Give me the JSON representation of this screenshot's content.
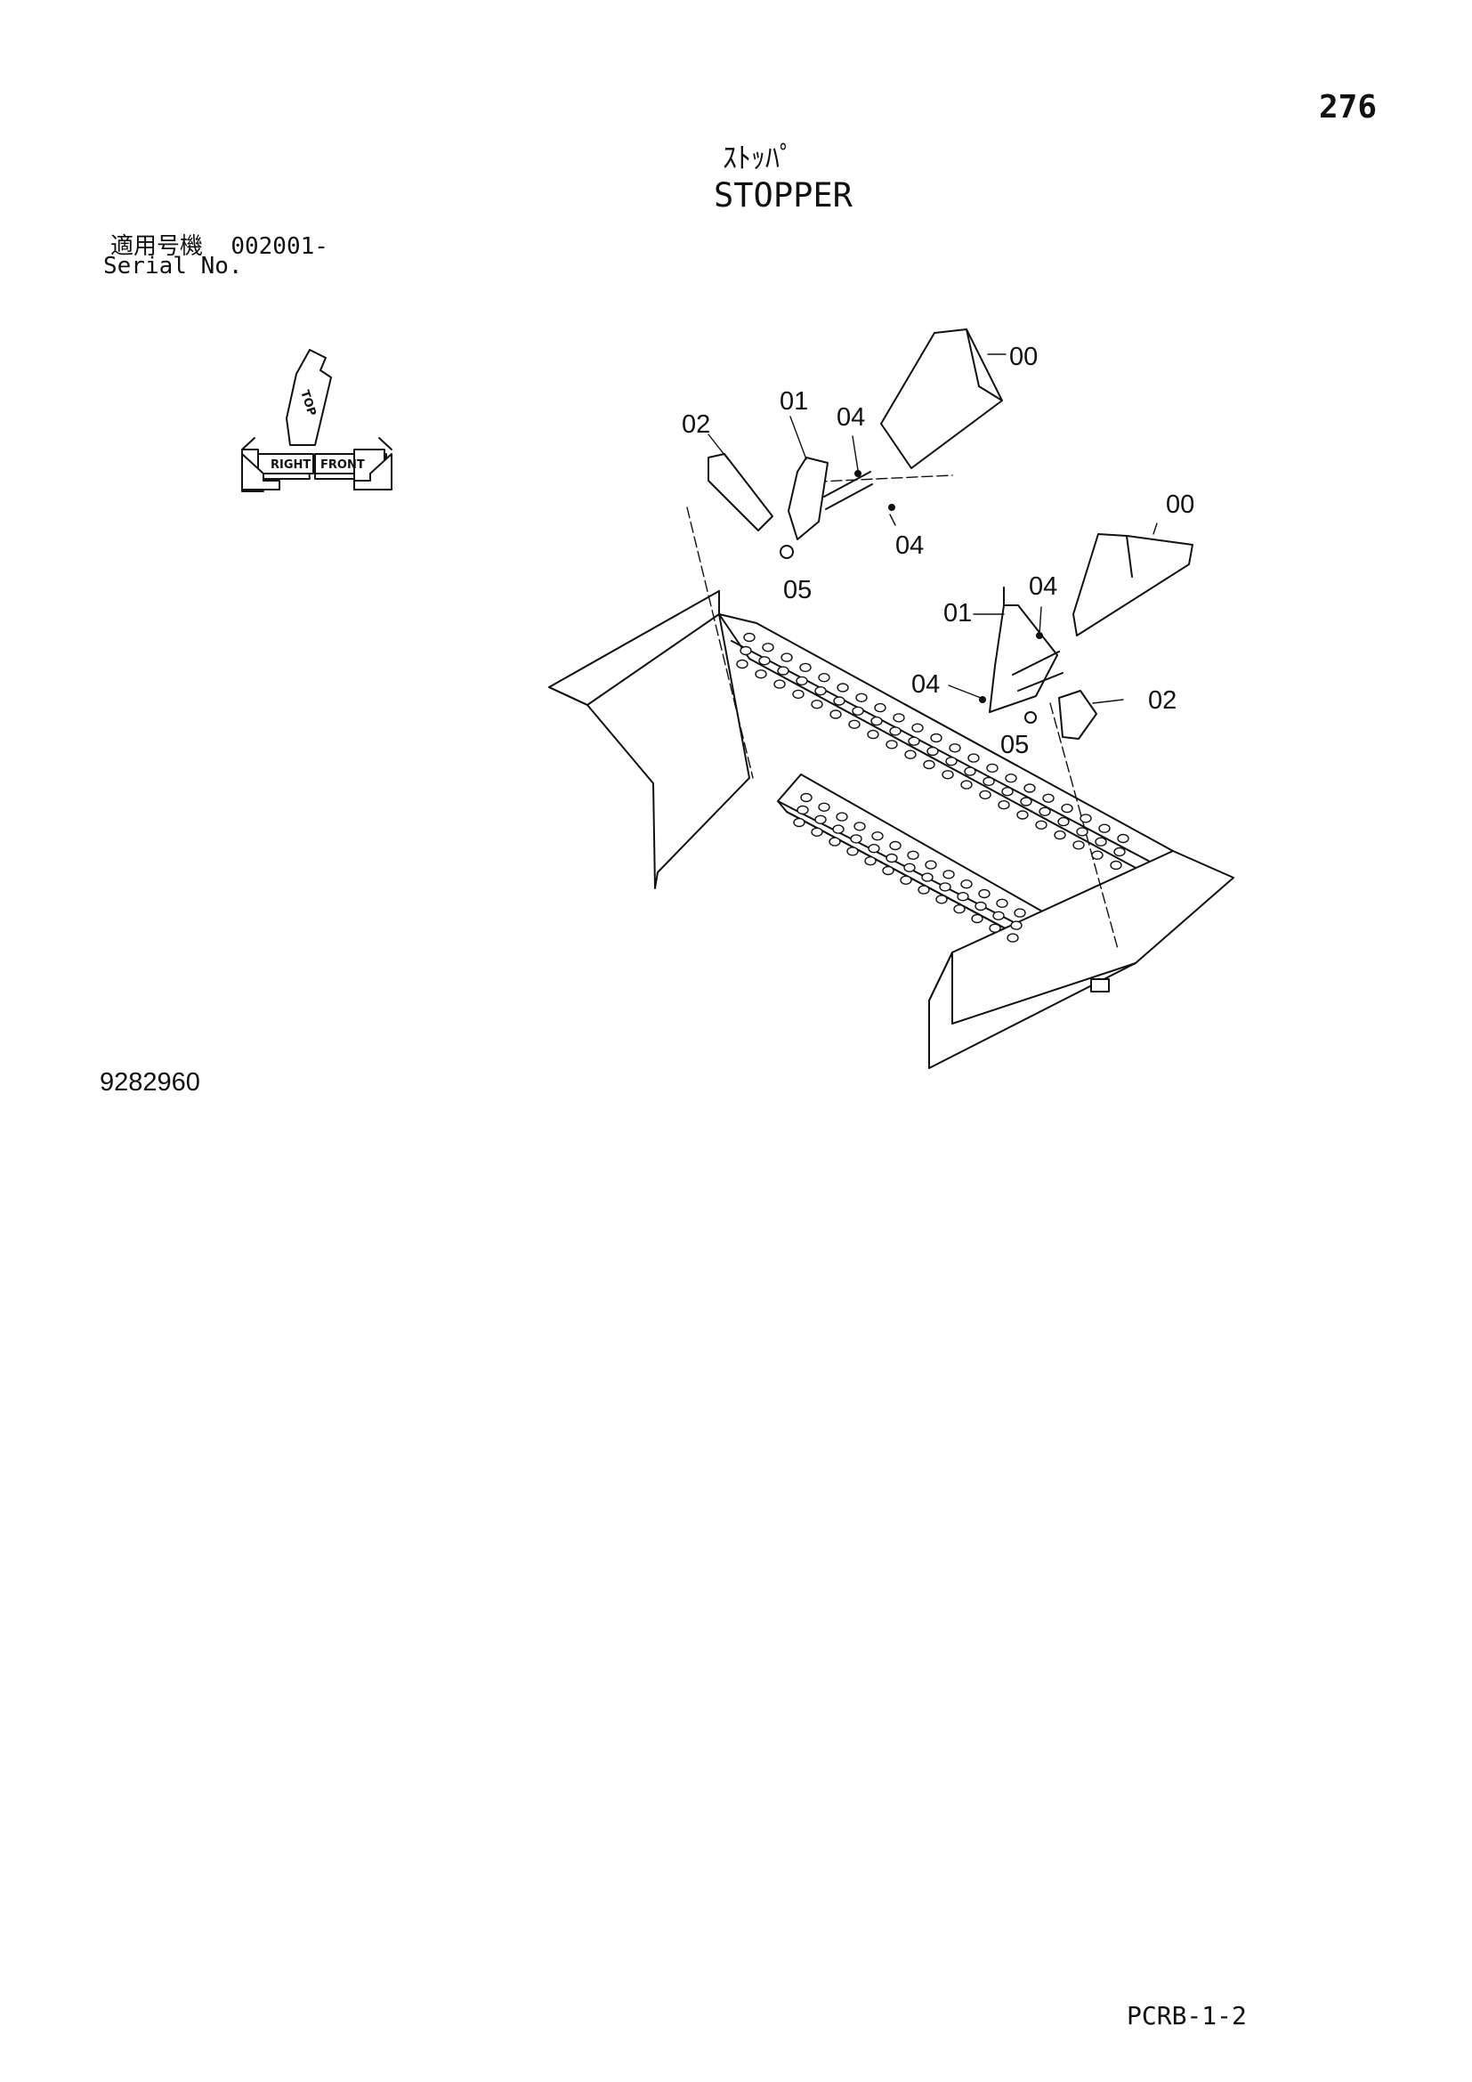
{
  "header": {
    "page_number": "276",
    "title_jp": "ｽﾄｯﾊﾟ",
    "title_en": "STOPPER",
    "serial_label_jp": "適用号機",
    "serial_value": "002001-",
    "serial_label_en": "Serial No."
  },
  "orientation": {
    "top": "TOP",
    "right": "RIGHT",
    "front": "FRONT"
  },
  "callouts": {
    "c00a": "00",
    "c01a": "01",
    "c02a": "02",
    "c04a": "04",
    "c04b": "04",
    "c05a": "05",
    "c00b": "00",
    "c01b": "01",
    "c02b": "02",
    "c04c": "04",
    "c04d": "04",
    "c05b": "05"
  },
  "drawing_number": "9282960",
  "footer_code": "PCRB-1-2"
}
